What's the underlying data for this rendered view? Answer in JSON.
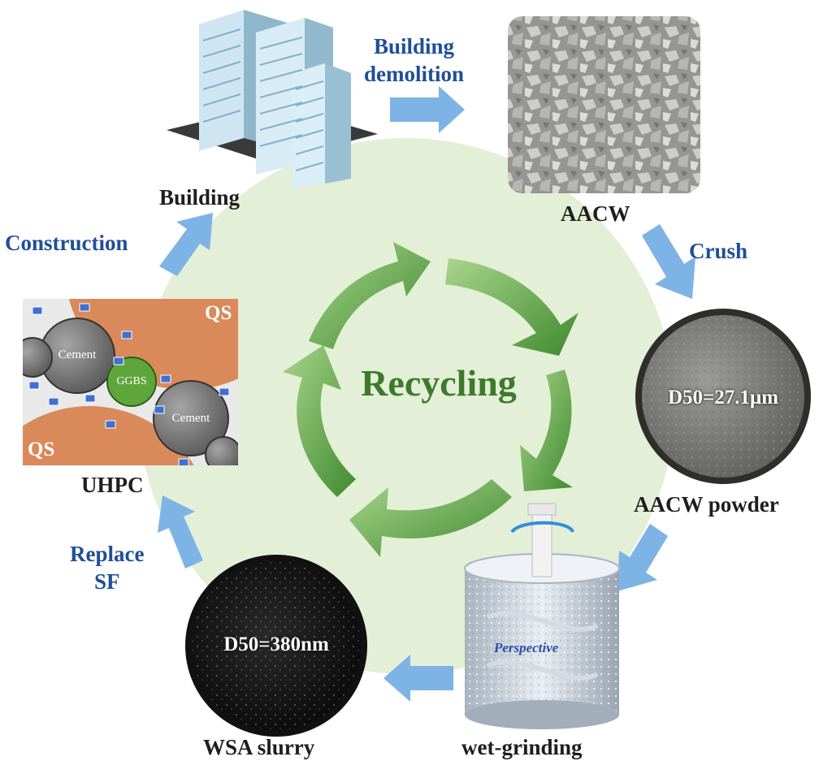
{
  "center": {
    "title": "Recycling"
  },
  "nodes": {
    "building": "Building",
    "aacw": "AACW",
    "aacw_powder": "AACW powder",
    "wet_grinding": "wet-grinding",
    "wsa_slurry": "WSA slurry",
    "uhpc": "UHPC"
  },
  "steps": {
    "demolition_line1": "Building",
    "demolition_line2": "demolition",
    "crush": "Crush",
    "replace_line1": "Replace",
    "replace_line2": "SF",
    "construction": "Construction"
  },
  "annotations": {
    "powder_d50": "D50=27.1μm",
    "slurry_d50": "D50=380nm",
    "perspective": "Perspective",
    "uhpc_cement_1": "Cement",
    "uhpc_cement_2": "Cement",
    "uhpc_ggbs": "GGBS",
    "uhpc_qs_top": "QS",
    "uhpc_qs_bottom": "QS"
  },
  "colors": {
    "circle_bg": "#e3efd6",
    "arrow_green_dark": "#4f8f3a",
    "arrow_green_light": "#8cc46e",
    "flow_arrow_blue": "#7eb3e6",
    "label_blue": "#1f4e9a",
    "qs_orange": "#d9895a",
    "particle_gray": "#6f6f6f"
  }
}
